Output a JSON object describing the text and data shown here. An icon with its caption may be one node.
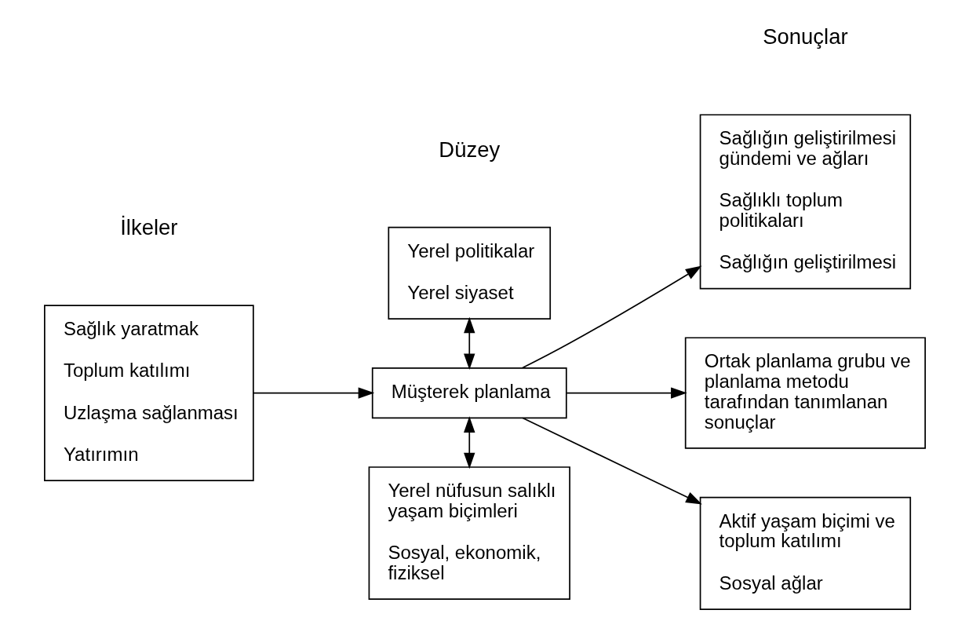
{
  "diagram": {
    "nodes": [
      {
        "text": [
          "Sağlık yaratmak",
          "Toplum katılımı",
          "Uzlaşma sağlanması",
          "Yatırımın"
        ]
      },
      {
        "text": [
          "Yerel politikalar",
          "Yerel siyaset"
        ]
      },
      {
        "text": [
          "Müşterek planlama"
        ]
      },
      {
        "text": [
          "Yerel nüfusun salıklı yaşam biçimleri",
          "Sosyal, ekonomik, fiziksel"
        ]
      },
      {
        "text": [
          "Sağlığın geliştirilmesi gündemi ve ağları",
          "Sağlıklı toplum politikaları",
          "Sağlığın geliştirilmesi"
        ]
      },
      {
        "text": [
          "Ortak planlama grubu ve planlama metodu tarafından tanımlanan sonuçlar"
        ]
      },
      {
        "text": [
          "Aktif yaşam biçimi ve toplum katılımı",
          "Sosyal ağlar"
        ]
      }
    ],
    "edges": [
      {
        "from": 0,
        "to": 2,
        "arrow": "to"
      },
      {
        "from": 1,
        "to": 2,
        "arrow": "both"
      },
      {
        "from": 2,
        "to": 3,
        "arrow": "both"
      },
      {
        "from": 2,
        "to": 4,
        "arrow": "to"
      },
      {
        "from": 2,
        "to": 5,
        "arrow": "to"
      },
      {
        "from": 2,
        "to": 6,
        "arrow": "to"
      }
    ],
    "labels": [
      "Sonuçlar",
      "Düzey",
      "İlkeler"
    ]
  }
}
